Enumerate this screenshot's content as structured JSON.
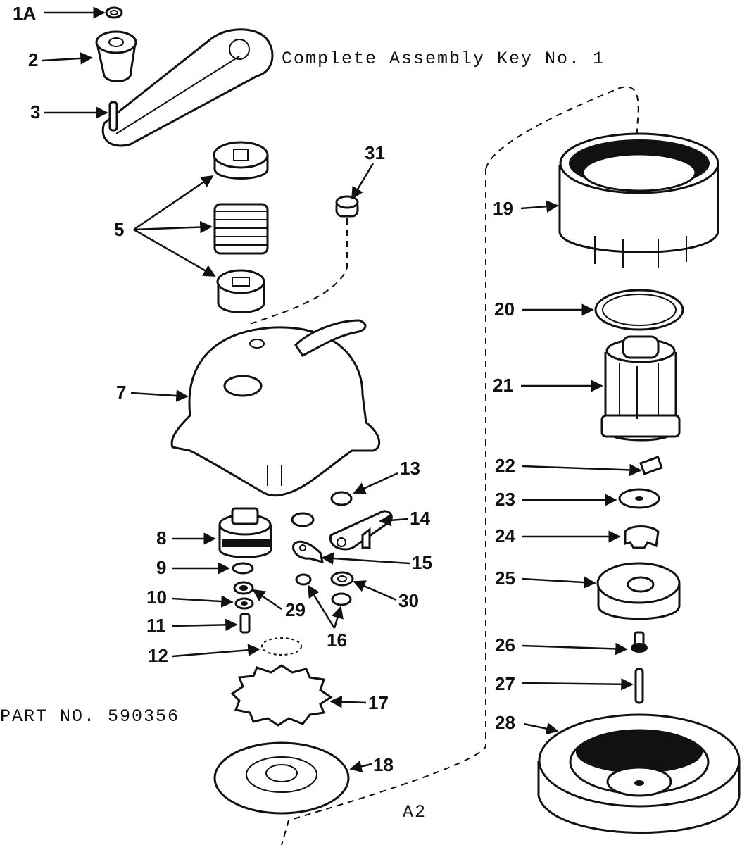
{
  "header": {
    "title": "Complete Assembly Key No. 1"
  },
  "footer": {
    "part_number": "PART NO. 590356",
    "page_code": "A2"
  },
  "callouts": [
    {
      "id": "1A",
      "label": "1A"
    },
    {
      "id": "2",
      "label": "2"
    },
    {
      "id": "3",
      "label": "3"
    },
    {
      "id": "5",
      "label": "5"
    },
    {
      "id": "7",
      "label": "7"
    },
    {
      "id": "8",
      "label": "8"
    },
    {
      "id": "9",
      "label": "9"
    },
    {
      "id": "10",
      "label": "10"
    },
    {
      "id": "11",
      "label": "11"
    },
    {
      "id": "12",
      "label": "12"
    },
    {
      "id": "13",
      "label": "13"
    },
    {
      "id": "14",
      "label": "14"
    },
    {
      "id": "15",
      "label": "15"
    },
    {
      "id": "16",
      "label": "16"
    },
    {
      "id": "17",
      "label": "17"
    },
    {
      "id": "18",
      "label": "18"
    },
    {
      "id": "19",
      "label": "19"
    },
    {
      "id": "20",
      "label": "20"
    },
    {
      "id": "21",
      "label": "21"
    },
    {
      "id": "22",
      "label": "22"
    },
    {
      "id": "23",
      "label": "23"
    },
    {
      "id": "24",
      "label": "24"
    },
    {
      "id": "25",
      "label": "25"
    },
    {
      "id": "26",
      "label": "26"
    },
    {
      "id": "27",
      "label": "27"
    },
    {
      "id": "28",
      "label": "28"
    },
    {
      "id": "29",
      "label": "29"
    },
    {
      "id": "30",
      "label": "30"
    },
    {
      "id": "31",
      "label": "31"
    }
  ]
}
